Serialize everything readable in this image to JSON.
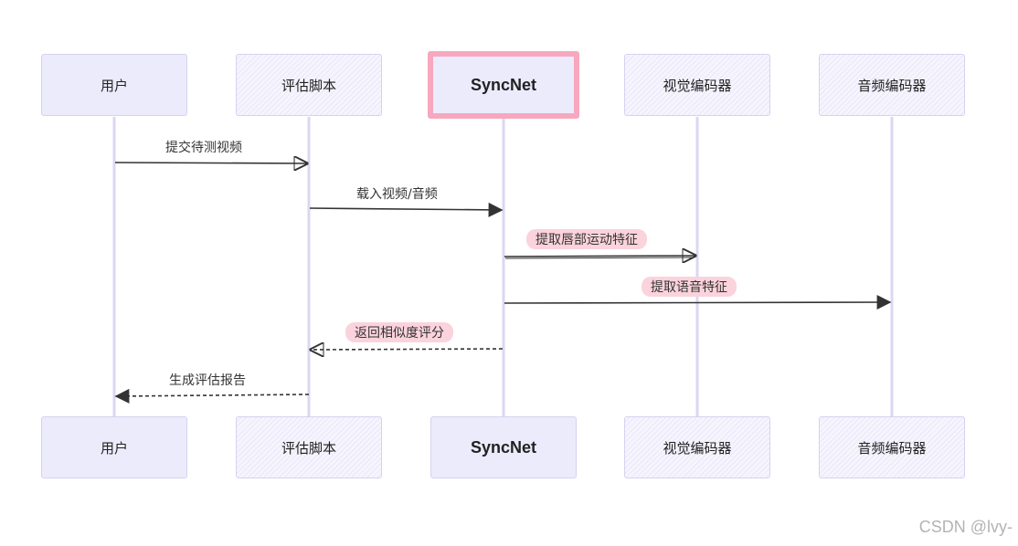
{
  "participants": [
    {
      "label": "用户"
    },
    {
      "label": "评估脚本"
    },
    {
      "label": "SyncNet"
    },
    {
      "label": "视觉编码器"
    },
    {
      "label": "音频编码器"
    }
  ],
  "messages": [
    {
      "from": 0,
      "to": 1,
      "label": "提交待测视频",
      "style": "solid",
      "highlight": false
    },
    {
      "from": 1,
      "to": 2,
      "label": "载入视频/音频",
      "style": "solid",
      "highlight": false
    },
    {
      "from": 2,
      "to": 3,
      "label": "提取唇部运动特征",
      "style": "solid",
      "highlight": true
    },
    {
      "from": 2,
      "to": 4,
      "label": "提取语音特征",
      "style": "solid",
      "highlight": true
    },
    {
      "from": 2,
      "to": 1,
      "label": "返回相似度评分",
      "style": "dashed",
      "highlight": true
    },
    {
      "from": 1,
      "to": 0,
      "label": "生成评估报告",
      "style": "dashed",
      "highlight": false
    }
  ],
  "watermark": "CSDN @lvy-",
  "colors": {
    "lifeline": "#dcd6f4",
    "arrow": "#333333",
    "pill": "#fbd3dc",
    "highlight_border": "#f7a8bf"
  }
}
